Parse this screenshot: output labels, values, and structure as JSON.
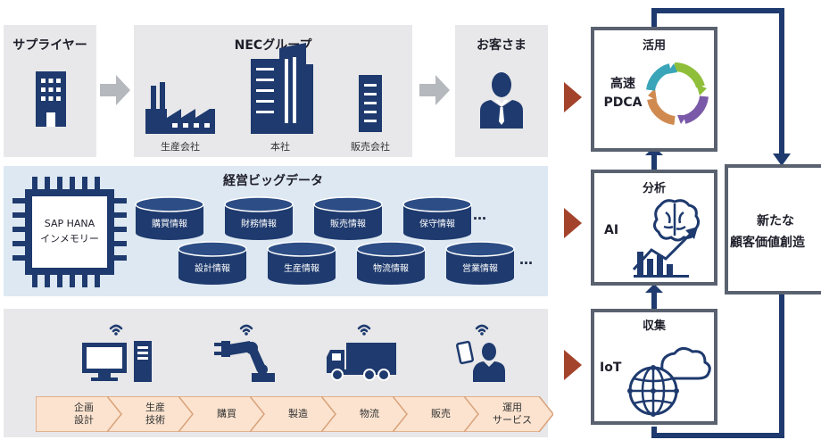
{
  "top": {
    "supplier": {
      "title": "サプライヤー"
    },
    "nec": {
      "title": "NECグループ",
      "factory_label": "生産会社",
      "hq_label": "本社",
      "sales_label": "販売会社"
    },
    "customer": {
      "title": "お客さま"
    }
  },
  "bigdata": {
    "title": "経営ビッグデータ",
    "chip_line1": "SAP HANA",
    "chip_line2": "インメモリー",
    "db_row1": [
      "購買情報",
      "財務情報",
      "販売情報",
      "保守情報"
    ],
    "db_row2": [
      "設計情報",
      "生産情報",
      "物流情報",
      "営業情報"
    ],
    "ellipsis": "…"
  },
  "process": {
    "steps": [
      "企画\n設計",
      "生産\n技術",
      "購買",
      "製造",
      "物流",
      "販売",
      "運用\nサービス"
    ]
  },
  "cycle": {
    "utilize": {
      "title": "活用",
      "label_line1": "高速",
      "label_line2": "PDCA"
    },
    "analyze": {
      "title": "分析",
      "label": "AI"
    },
    "collect": {
      "title": "収集",
      "label": "IoT"
    },
    "value": {
      "line1": "新たな",
      "line2": "顧客価値創造"
    }
  },
  "colors": {
    "navy": "#1e3a6e",
    "panel_gray": "#e8e8ea",
    "panel_blue": "#dde8f2",
    "accent_arrow": "#a4432b",
    "chevron": "#fbe3cf",
    "frame": "#5a6270"
  }
}
